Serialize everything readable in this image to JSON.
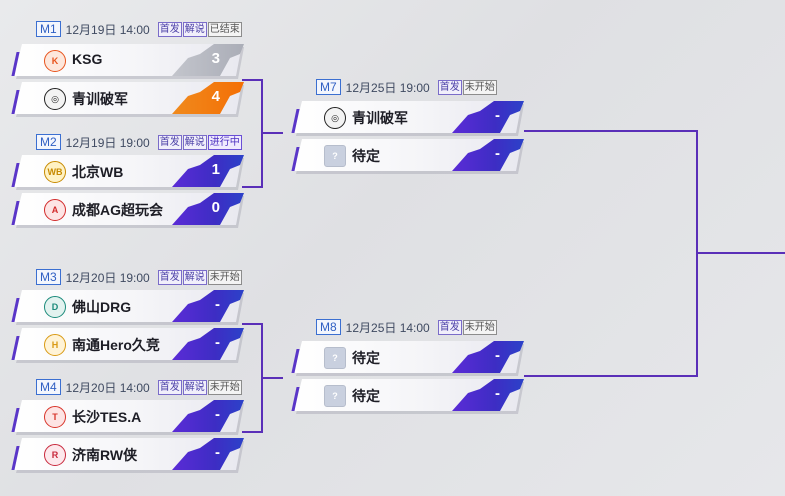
{
  "matches": [
    {
      "id": "M1",
      "date": "12月19日 14:00",
      "tags": [
        "首发",
        "解说"
      ],
      "status": "已结束",
      "teams": [
        {
          "name": "KSG",
          "score": "3",
          "logo": "ksg-logo-icon"
        },
        {
          "name": "青训破军",
          "score": "4",
          "logo": "pojun-logo-icon"
        }
      ]
    },
    {
      "id": "M2",
      "date": "12月19日 19:00",
      "tags": [
        "首发",
        "解说"
      ],
      "status": "进行中",
      "teams": [
        {
          "name": "北京WB",
          "score": "1",
          "logo": "wb-logo-icon"
        },
        {
          "name": "成都AG超玩会",
          "score": "0",
          "logo": "ag-logo-icon"
        }
      ]
    },
    {
      "id": "M3",
      "date": "12月20日 19:00",
      "tags": [
        "首发",
        "解说"
      ],
      "status": "未开始",
      "teams": [
        {
          "name": "佛山DRG",
          "score": "-",
          "logo": "drg-logo-icon"
        },
        {
          "name": "南通Hero久竞",
          "score": "-",
          "logo": "hero-logo-icon"
        }
      ]
    },
    {
      "id": "M4",
      "date": "12月20日 14:00",
      "tags": [
        "首发",
        "解说"
      ],
      "status": "未开始",
      "teams": [
        {
          "name": "长沙TES.A",
          "score": "-",
          "logo": "tes-logo-icon"
        },
        {
          "name": "济南RW侠",
          "score": "-",
          "logo": "rw-logo-icon"
        }
      ]
    },
    {
      "id": "M7",
      "date": "12月25日 19:00",
      "tags": [
        "首发"
      ],
      "status": "未开始",
      "teams": [
        {
          "name": "青训破军",
          "score": "-",
          "logo": "pojun-logo-icon"
        },
        {
          "name": "待定",
          "score": "-",
          "logo": "tbd-question-icon"
        }
      ]
    },
    {
      "id": "M8",
      "date": "12月25日 14:00",
      "tags": [
        "首发"
      ],
      "status": "未开始",
      "teams": [
        {
          "name": "待定",
          "score": "-",
          "logo": "tbd-question-icon"
        },
        {
          "name": "待定",
          "score": "-",
          "logo": "tbd-question-icon"
        }
      ]
    }
  ],
  "colors": {
    "accent": "#5a2fb8",
    "win": "#f46f05",
    "loss": "#b3b5bd",
    "pending": "#3d2dc4"
  }
}
